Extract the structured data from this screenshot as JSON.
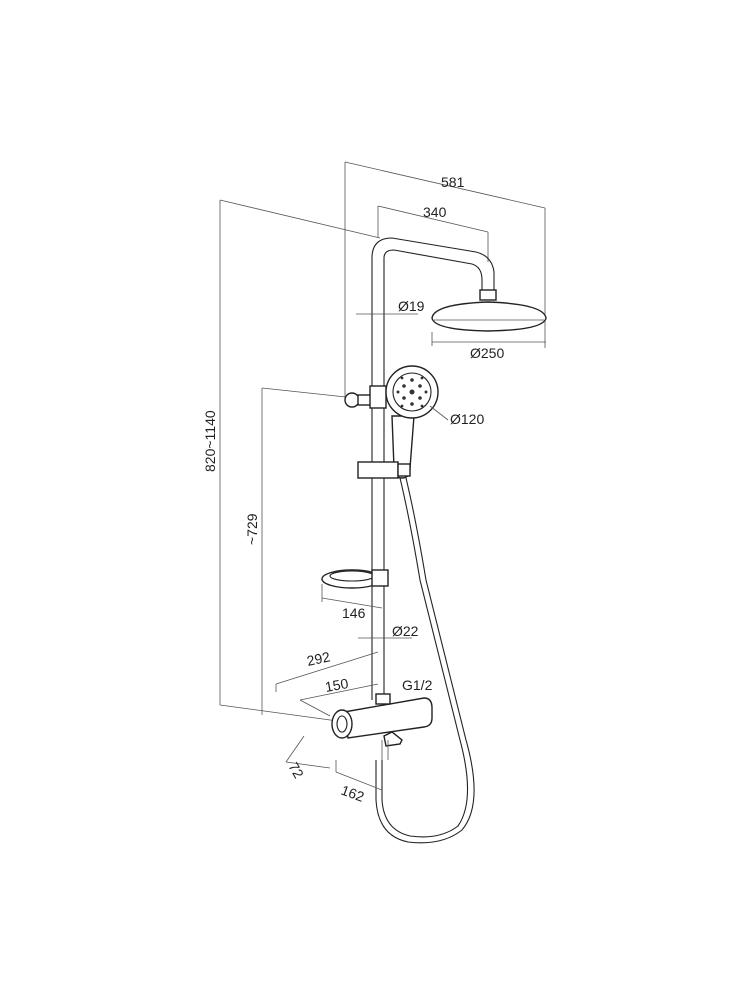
{
  "dimensions": {
    "total_width": "581",
    "arm_length": "340",
    "pipe_diameter": "Ø19",
    "head_diameter": "Ø250",
    "hand_shower_diameter": "Ø120",
    "height_range": "820~1140",
    "holder_height": "~729",
    "soap_dish_width": "146",
    "rail_diameter": "Ø22",
    "depth_total": "292",
    "depth_mixer": "150",
    "connection": "G1/2",
    "spout_length": "72",
    "mixer_width": "162"
  }
}
